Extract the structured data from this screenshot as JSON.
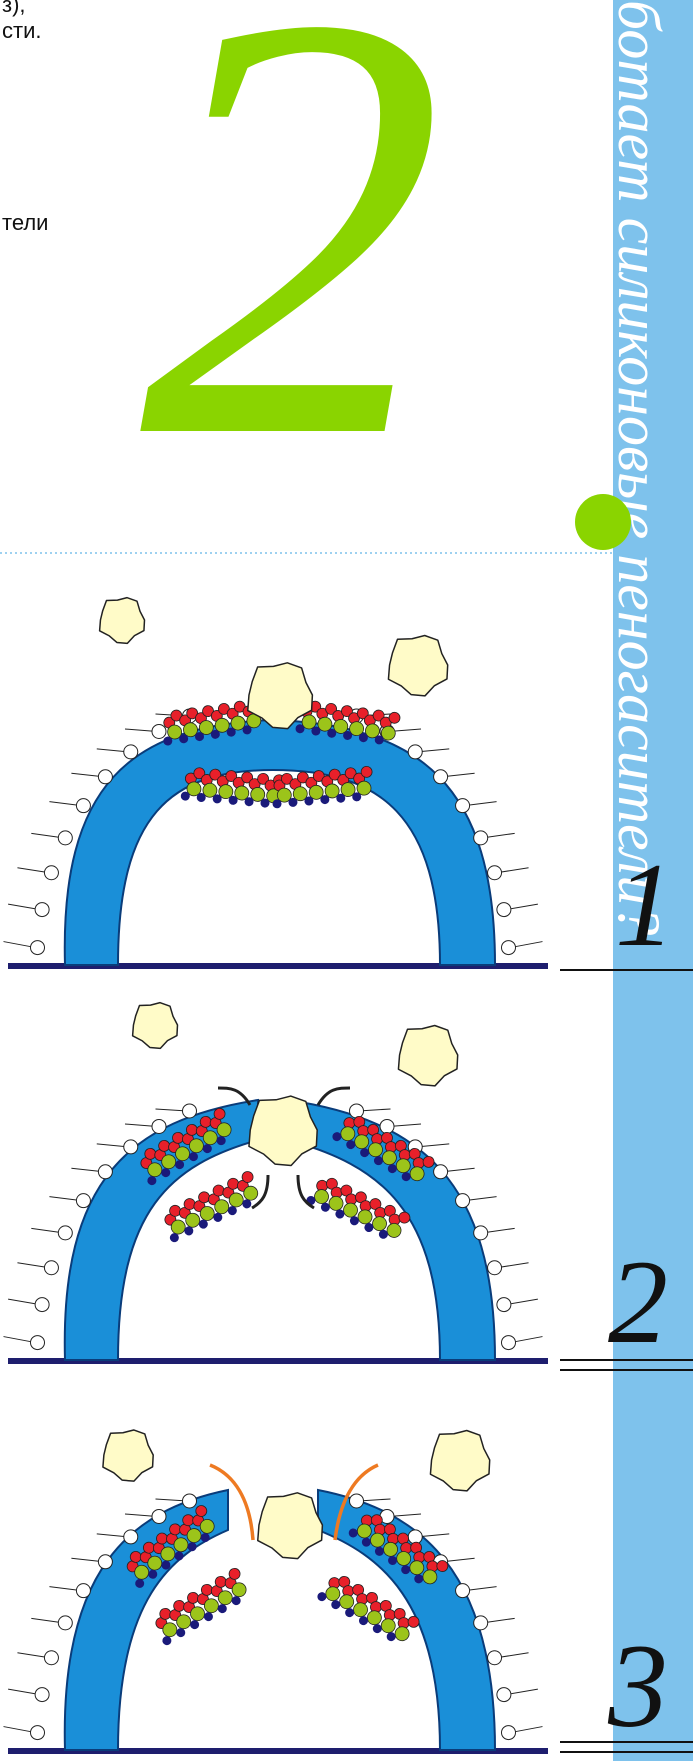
{
  "text_fragments": [
    "з),",
    "сти.",
    "тели"
  ],
  "side_title": "ботает силиконовые пеногасители?",
  "big_number": "2",
  "steps": [
    "1",
    "2",
    "3"
  ],
  "colors": {
    "strip": "#7ec2ec",
    "big_number": "#8ad400",
    "bubble_wall": "#1a8fd8",
    "baseline": "#1e1e6e",
    "bubble_fill": "#fffbc8",
    "molecule_red": "#e8202a",
    "molecule_green": "#9cc41a",
    "molecule_navy": "#1a1a7a",
    "arrow_black": "#222222",
    "arrow_orange": "#ee7a22"
  },
  "icons": [
    "foam-bubble",
    "antifoam-molecule",
    "surfactant-molecule"
  ]
}
